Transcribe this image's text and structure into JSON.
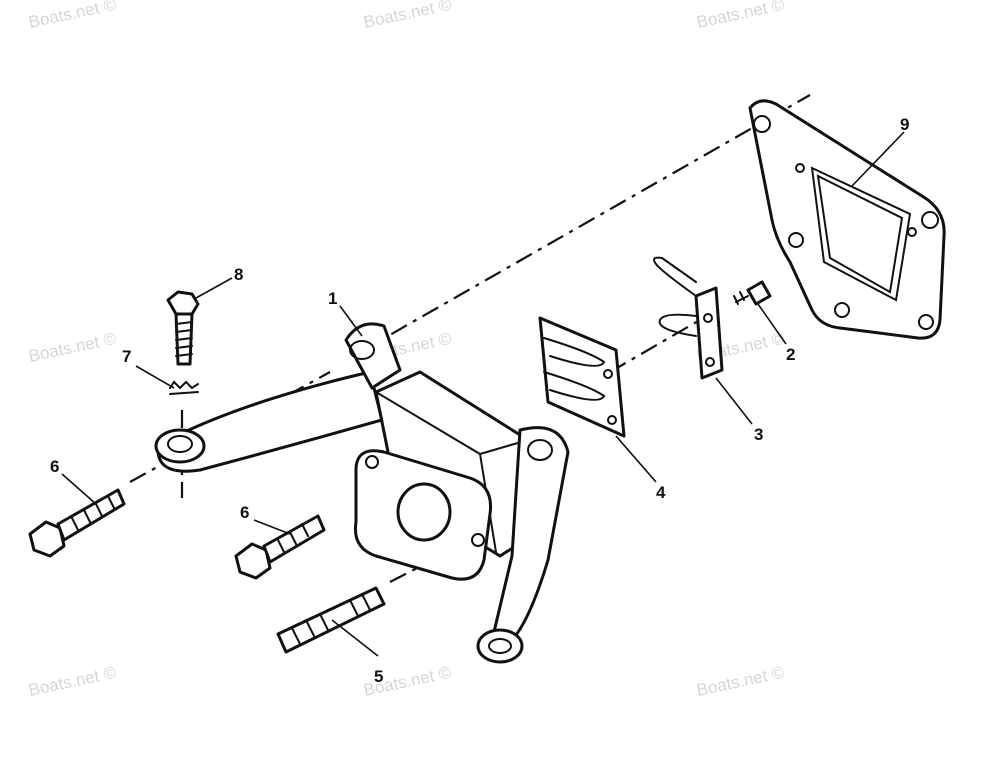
{
  "watermark": "Boats.net ©",
  "callouts": [
    {
      "id": "1",
      "label": "1"
    },
    {
      "id": "2",
      "label": "2"
    },
    {
      "id": "3",
      "label": "3"
    },
    {
      "id": "4",
      "label": "4"
    },
    {
      "id": "5",
      "label": "5"
    },
    {
      "id": "6a",
      "label": "6"
    },
    {
      "id": "6b",
      "label": "6"
    },
    {
      "id": "7",
      "label": "7"
    },
    {
      "id": "8",
      "label": "8"
    },
    {
      "id": "9",
      "label": "9"
    }
  ]
}
